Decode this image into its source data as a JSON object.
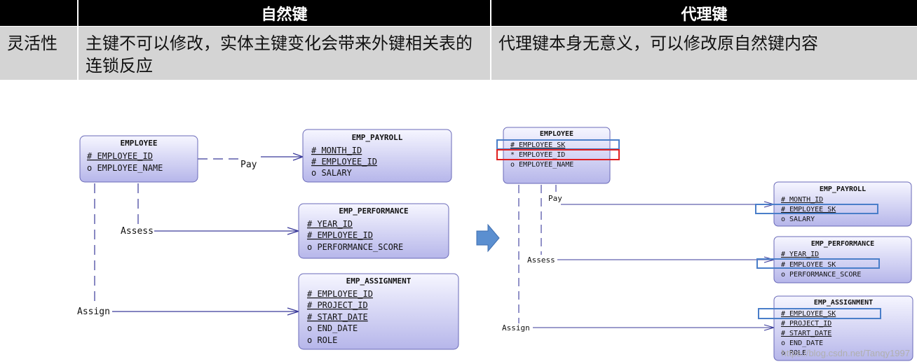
{
  "table": {
    "col1_header": "",
    "col2_header": "自然键",
    "col3_header": "代理键",
    "row_label": "灵活性",
    "natural_text": "主键不可以修改，实体主键变化会带来外键相关表的连锁反应",
    "surrogate_text": "代理键本身无意义，可以修改原自然键内容"
  },
  "left": {
    "employee": {
      "title": "EMPLOYEE",
      "attrs": [
        "#  EMPLOYEE_ID",
        "o  EMPLOYEE_NAME"
      ]
    },
    "payroll": {
      "title": "EMP_PAYROLL",
      "attrs": [
        "#  MONTH_ID",
        "#  EMPLOYEE_ID",
        "o  SALARY"
      ]
    },
    "performance": {
      "title": "EMP_PERFORMANCE",
      "attrs": [
        "#  YEAR_ID",
        "#  EMPLOYEE_ID",
        "o  PERFORMANCE_SCORE"
      ]
    },
    "assignment": {
      "title": "EMP_ASSIGNMENT",
      "attrs": [
        "#  EMPLOYEE_ID",
        "#  PROJECT_ID",
        "#  START_DATE",
        "o  END_DATE",
        "o  ROLE"
      ]
    },
    "rel_pay": "Pay",
    "rel_assess": "Assess",
    "rel_assign": "Assign"
  },
  "right": {
    "employee": {
      "title": "EMPLOYEE",
      "attrs": [
        "#  EMPLOYEE_SK",
        "*  EMPLOYEE_ID",
        "o  EMPLOYEE_NAME"
      ]
    },
    "payroll": {
      "title": "EMP_PAYROLL",
      "attrs": [
        "#  MONTH_ID",
        "#  EMPLOYEE_SK",
        "o  SALARY"
      ]
    },
    "performance": {
      "title": "EMP_PERFORMANCE",
      "attrs": [
        "#  YEAR_ID",
        "#  EMPLOYEE_SK",
        "o  PERFORMANCE_SCORE"
      ]
    },
    "assignment": {
      "title": "EMP_ASSIGNMENT",
      "attrs": [
        "#  EMPLOYEE_SK",
        "#  PROJECT_ID",
        "#  START_DATE",
        "o  END_DATE",
        "o  ROLE"
      ]
    },
    "rel_pay": "Pay",
    "rel_assess": "Assess",
    "rel_assign": "Assign"
  },
  "colors": {
    "entity_fill_top": "#f4f4ff",
    "entity_fill_bottom": "#b4b4e8",
    "entity_stroke": "#6a6ab8",
    "line": "#3a3a9a",
    "highlight_blue": "#4a7ec9",
    "highlight_red": "#e02020",
    "arrow": "#5b8fd0"
  },
  "watermark": "https://blog.csdn.net/Tanqy1997"
}
